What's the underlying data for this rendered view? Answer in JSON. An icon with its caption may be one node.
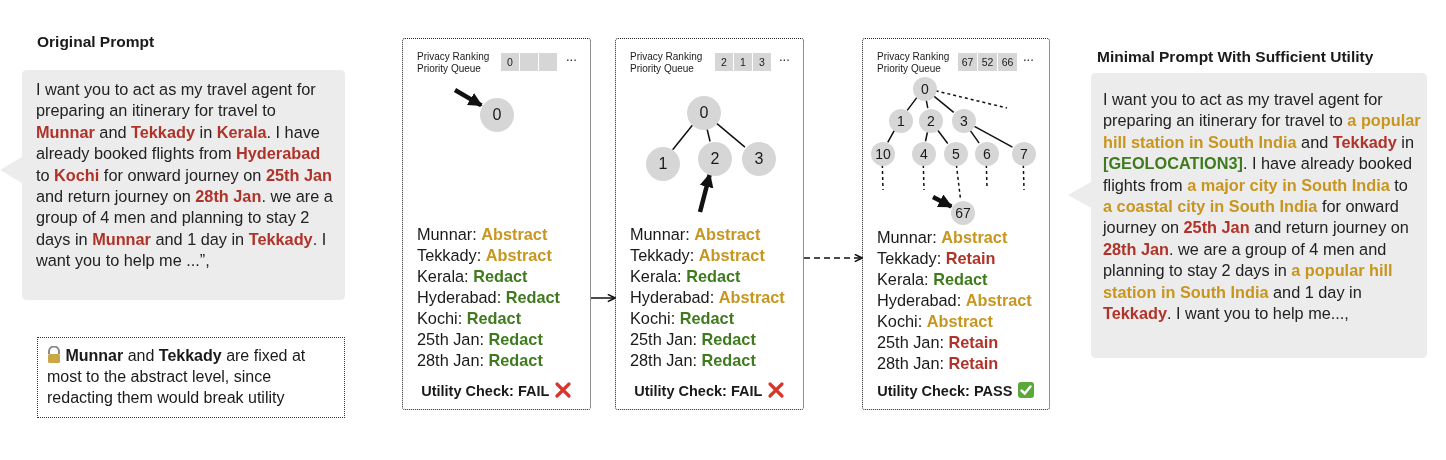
{
  "diagram": {
    "nodes": [
      {
        "text": [
          "Original Prompt",
          "I want you to act as my travel agent for preparing an itinerary for travel to **Munnar** and **Tekkady** in **Kerala**. I have already booked flights from **Hyderabad** to **Kochi** for onward journey on **25th Jan** and return journey on **28th Jan**. we are a group of 4 men and planning to stay 2 days in **Munnar** and 1 day in **Tekkady**. I want you to help me ...”,"
        ]
      },
      {
        "text": [
          "**Munnar** and **Tekkady** are fixed at most to the abstract level, since redacting them would break utility"
        ]
      },
      {
        "text": [
          "Privacy Ranking Priority Queue",
          "...",
          "Munnar: **Abstract**",
          "Tekkady: **Abstract**",
          "Kerala: **Redact**",
          "Hyderabad: **Redact**",
          "Kochi: **Redact**",
          "25th Jan: **Redact**",
          "28th Jan: **Redact**",
          "Utility Check: FAIL"
        ]
      },
      {
        "text": [
          "0"
        ],
        "in": 2
      },
      {
        "text": [],
        "shape": "box",
        "in": 2
      },
      {
        "text": [],
        "shape": "box",
        "in": 2
      },
      {
        "text": [
          "0"
        ],
        "in": 2
      },
      {
        "text": [
          "Privacy Ranking Priority Queue",
          "...",
          "Munnar: **Abstract**",
          "Tekkady: **Abstract**",
          "Kerala: **Redact**",
          "Hyderabad: **Abstract**",
          "Kochi: **Redact**",
          "25th Jan: **Redact**",
          "28th Jan: **Redact**",
          "Utility Check: FAIL"
        ]
      },
      {
        "text": [
          "2"
        ],
        "in": 7
      },
      {
        "text": [
          "1"
        ],
        "in": 7
      },
      {
        "text": [
          "3"
        ],
        "in": 7
      },
      {
        "text": [
          "0"
        ],
        "in": 7
      },
      {
        "text": [
          "1"
        ],
        "in": 7
      },
      {
        "text": [
          "2"
        ],
        "in": 7
      },
      {
        "text": [
          "3"
        ],
        "in": 7
      },
      {
        "text": [
          "Privacy Ranking Priority Queue",
          "...",
          "Munnar: **Abstract**",
          "Tekkady: **Retain**",
          "Kerala: **Redact**",
          "Hyderabad: **Abstract**",
          "Kochi: **Abstract**",
          "25th Jan: **Retain**",
          "28th Jan: **Retain**",
          "Utility Check: PASS"
        ]
      },
      {
        "text": [
          "67"
        ],
        "in": 15
      },
      {
        "text": [
          "52"
        ],
        "in": 15
      },
      {
        "text": [
          "66"
        ],
        "in": 15
      },
      {
        "text": [
          "0"
        ],
        "in": 15
      },
      {
        "text": [
          "1"
        ],
        "in": 15
      },
      {
        "text": [
          "2"
        ],
        "in": 15
      },
      {
        "text": [
          "3"
        ],
        "in": 15
      },
      {
        "text": [
          "10"
        ],
        "in": 15
      },
      {
        "text": [
          "4"
        ],
        "in": 15
      },
      {
        "text": [
          "5"
        ],
        "in": 15
      },
      {
        "text": [
          "6"
        ],
        "in": 15
      },
      {
        "text": [
          "7"
        ],
        "in": 15
      },
      {
        "text": [
          "67"
        ],
        "in": 15
      },
      {
        "text": [
          "Minimal Prompt With Sufficient Utility",
          "I want you to act as my travel agent for preparing an itinerary for travel to **a popular hill station in South India** and **Tekkady** in **[GEOLOCATION3]**. I have already booked flights from **a major city in South India** to **a coastal city in South India** for onward journey on **25th Jan** and return journey on **28th Jan**. we are a group of 4 men and planning to stay 2 days in **a popular hill station in South India** and 1 day in **Tekkady**. I want you to help me...,"
        ]
      }
    ],
    "edges": [
      {
        "from": 2,
        "to": 7,
        "arrow": "to"
      },
      {
        "from": 7,
        "to": 15,
        "arrow": "to",
        "style": "dashed"
      },
      {
        "from": null,
        "to": 6,
        "arrow": "to",
        "style": "thick"
      },
      {
        "from": 11,
        "to": 12,
        "arrow": "none"
      },
      {
        "from": 11,
        "to": 13,
        "arrow": "none"
      },
      {
        "from": 11,
        "to": 14,
        "arrow": "none"
      },
      {
        "from": null,
        "to": 13,
        "arrow": "to",
        "style": "thick"
      },
      {
        "from": 19,
        "to": 20,
        "arrow": "none"
      },
      {
        "from": 19,
        "to": 21,
        "arrow": "none"
      },
      {
        "from": 19,
        "to": 22,
        "arrow": "none"
      },
      {
        "from": 19,
        "to": null,
        "arrow": "none",
        "style": "dashed"
      },
      {
        "from": 20,
        "to": 23,
        "arrow": "none"
      },
      {
        "from": 21,
        "to": 24,
        "arrow": "none"
      },
      {
        "from": 21,
        "to": 25,
        "arrow": "none"
      },
      {
        "from": 22,
        "to": 26,
        "arrow": "none"
      },
      {
        "from": 22,
        "to": 27,
        "arrow": "none"
      },
      {
        "from": 23,
        "to": null,
        "arrow": "none",
        "style": "dashed"
      },
      {
        "from": 24,
        "to": null,
        "arrow": "none",
        "style": "dashed"
      },
      {
        "from": 25,
        "to": 28,
        "arrow": "none",
        "style": "dashed"
      },
      {
        "from": 26,
        "to": null,
        "arrow": "none",
        "style": "dashed"
      },
      {
        "from": 27,
        "to": null,
        "arrow": "none",
        "style": "dashed"
      },
      {
        "from": null,
        "to": 28,
        "arrow": "to",
        "style": "thick"
      }
    ]
  }
}
